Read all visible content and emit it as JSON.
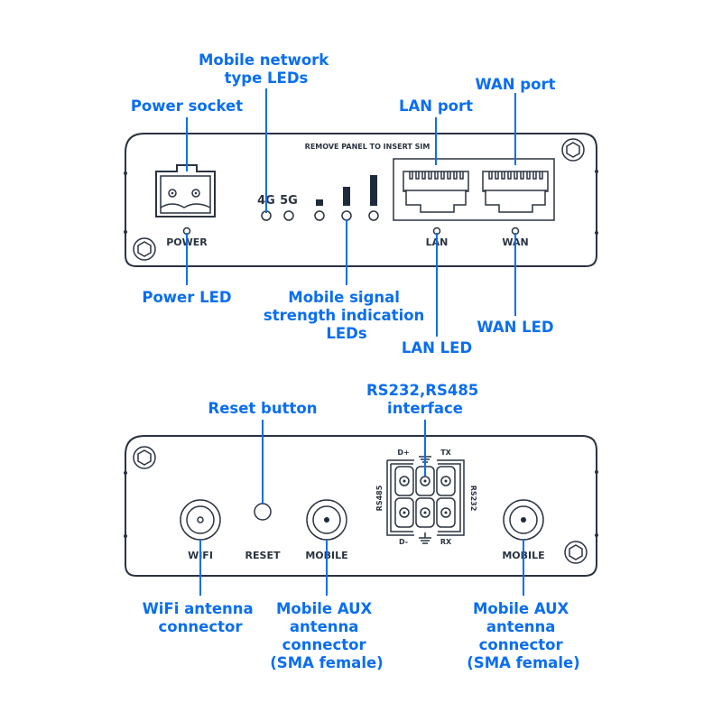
{
  "front_panel": {
    "sim_notice": "REMOVE PANEL TO INSERT SIM",
    "network_led_labels": [
      "4G",
      "5G"
    ],
    "power_label": "POWER",
    "lan_label": "LAN",
    "wan_label": "WAN",
    "signal_bar_count": 3
  },
  "back_panel": {
    "wifi_label": "WIFI",
    "reset_label": "RESET",
    "mobile_label_1": "MOBILE",
    "mobile_label_2": "MOBILE",
    "serial": {
      "top_left": "D+",
      "top_right": "TX",
      "bottom_left": "D-",
      "bottom_right": "RX",
      "left_side": "RS485",
      "right_side": "RS232"
    }
  },
  "callouts": {
    "mobile_network_type_leds": [
      "Mobile network",
      "type LEDs"
    ],
    "power_socket": [
      "Power socket"
    ],
    "lan_port": [
      "LAN port"
    ],
    "wan_port": [
      "WAN port"
    ],
    "power_led": [
      "Power LED"
    ],
    "mobile_signal_leds": [
      "Mobile signal",
      "strength indication",
      "LEDs"
    ],
    "lan_led": [
      "LAN LED"
    ],
    "wan_led": [
      "WAN LED"
    ],
    "reset_button": [
      "Reset button"
    ],
    "serial_interface": [
      "RS232,RS485",
      "interface"
    ],
    "wifi_antenna": [
      "WiFi antenna",
      "connector"
    ],
    "mobile_aux_antenna_1": [
      "Mobile AUX",
      "antenna",
      "connector",
      "(SMA female)"
    ],
    "mobile_aux_antenna_2": [
      "Mobile AUX",
      "antenna",
      "connector",
      "(SMA female)"
    ]
  },
  "colors": {
    "callout": "#0a6ef0",
    "outline": "#2a3340"
  }
}
